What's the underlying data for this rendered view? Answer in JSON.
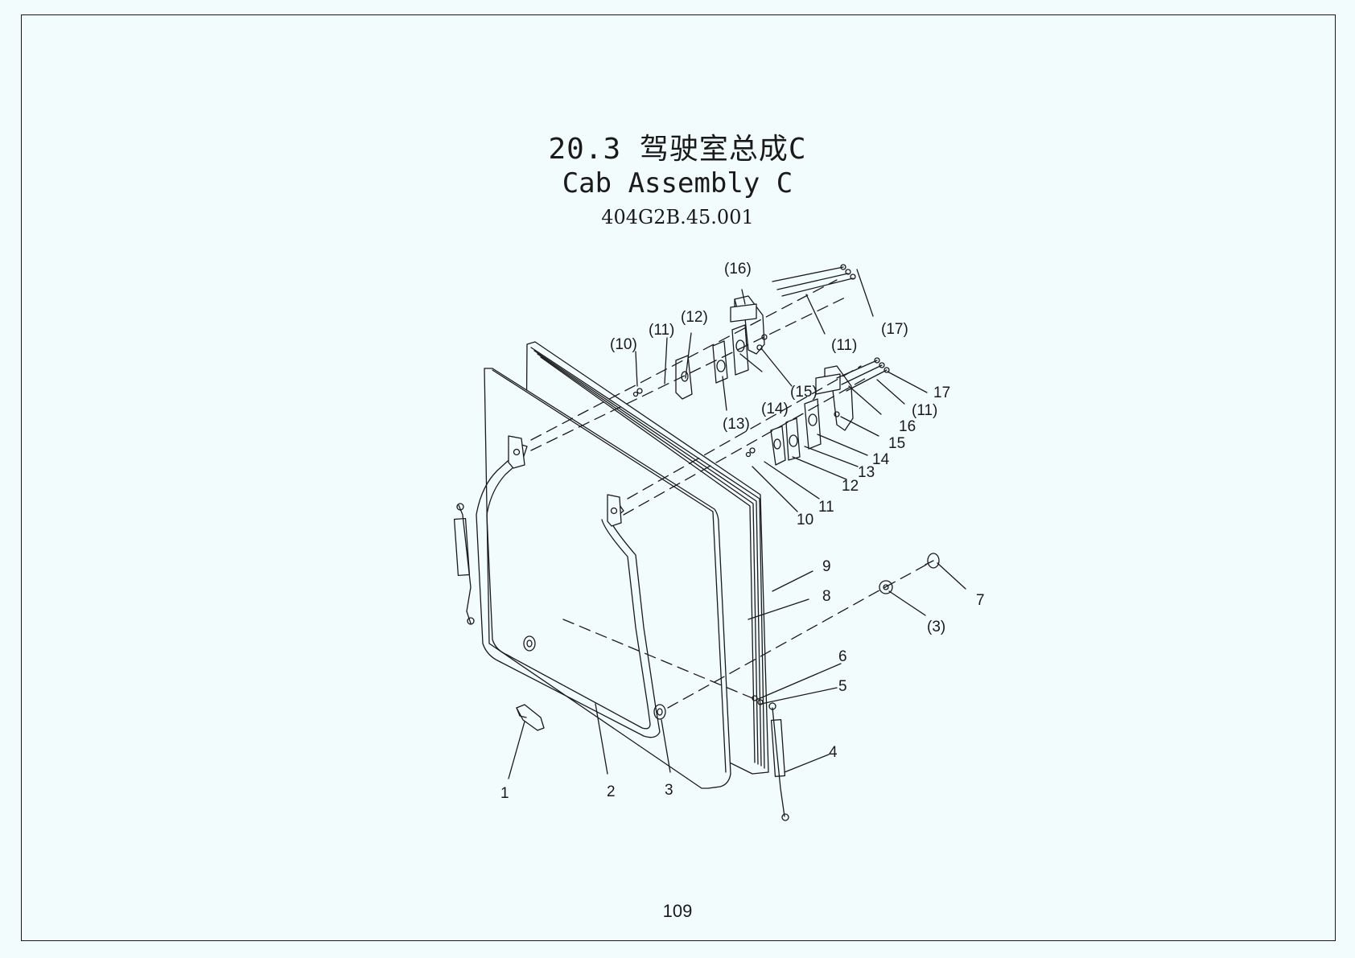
{
  "header": {
    "title_cn": "20.3 驾驶室总成C",
    "title_en": "Cab Assembly C",
    "part_number": "404G2B.45.001"
  },
  "callouts": {
    "c16a": "(16)",
    "c17a": "(17)",
    "c11a": "(11)",
    "c12a": "(12)",
    "c11b": "(11)",
    "c10a": "(10)",
    "c13a": "(13)",
    "c14a": "(14)",
    "c15a": "(15)",
    "c17": "17",
    "c11c": "(11)",
    "c16": "16",
    "c15": "15",
    "c14": "14",
    "c13": "13",
    "c12": "12",
    "c11": "11",
    "c10": "10",
    "c9": "9",
    "c8": "8",
    "c7": "7",
    "c3a": "(3)",
    "c6": "6",
    "c5": "5",
    "c4": "4",
    "c1": "1",
    "c2": "2",
    "c3": "3"
  },
  "footer": {
    "page_number": "109"
  }
}
